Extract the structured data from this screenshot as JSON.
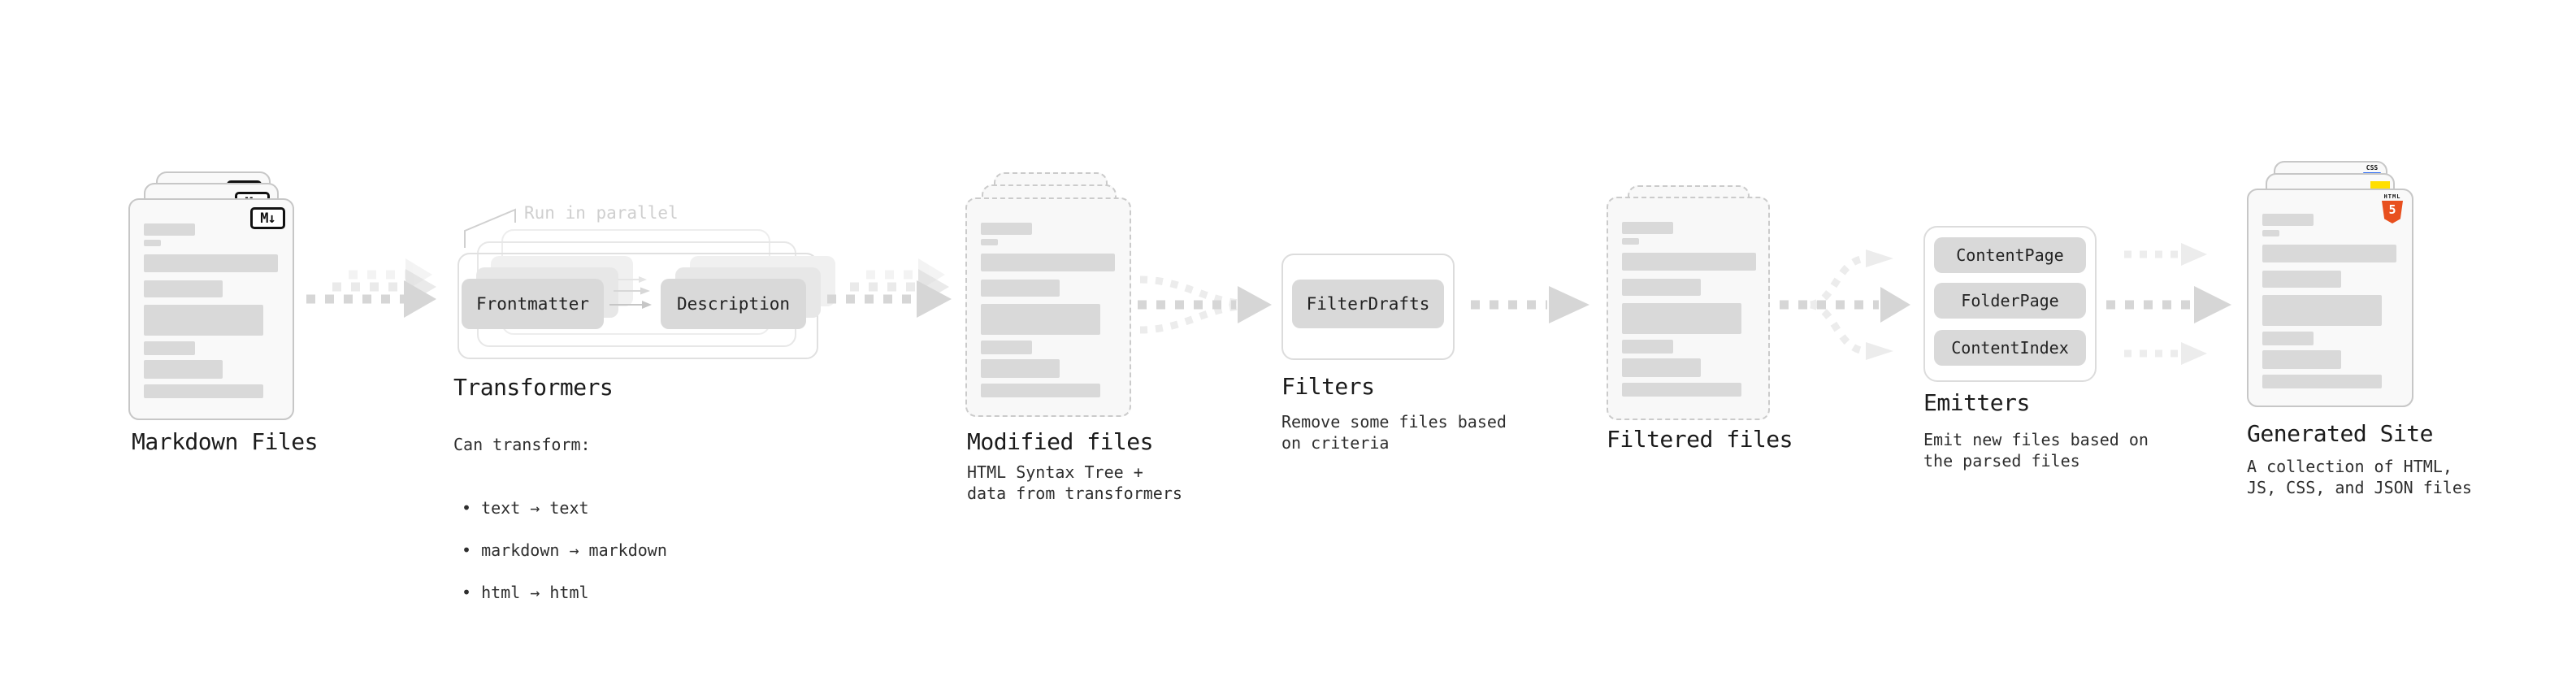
{
  "markdown": {
    "title": "Markdown Files",
    "badge": "M↓",
    "file_count": 3
  },
  "transformers": {
    "title": "Transformers",
    "note": "Run in parallel",
    "pill_left": "Frontmatter",
    "pill_right": "Description",
    "desc_heading": "Can transform:",
    "bullets": [
      "• text → text",
      "• markdown → markdown",
      "• html → html"
    ]
  },
  "modified": {
    "title": "Modified files",
    "subtitle": "HTML Syntax Tree +\ndata from transformers",
    "file_count": 3
  },
  "filters": {
    "title": "Filters",
    "pill": "FilterDrafts",
    "subtitle": "Remove some files based\non criteria"
  },
  "filtered": {
    "title": "Filtered files",
    "file_count": 2
  },
  "emitters": {
    "title": "Emitters",
    "pills": [
      "ContentPage",
      "FolderPage",
      "ContentIndex"
    ],
    "subtitle": "Emit new files based on\nthe parsed files"
  },
  "generated": {
    "title": "Generated Site",
    "subtitle": "A collection of HTML,\nJS, CSS, and JSON files",
    "file_count": 3,
    "badges": {
      "css": "CSS",
      "html_label": "HTML",
      "html_number": "5"
    }
  },
  "colors": {
    "html5_orange": "#e8501f",
    "js_yellow": "#ffdf00",
    "css_blue": "#2b6af3",
    "bar_gray": "#d9d9d9",
    "arrow_gray": "#d6d6d6",
    "note_gray": "#cfcfcf"
  }
}
